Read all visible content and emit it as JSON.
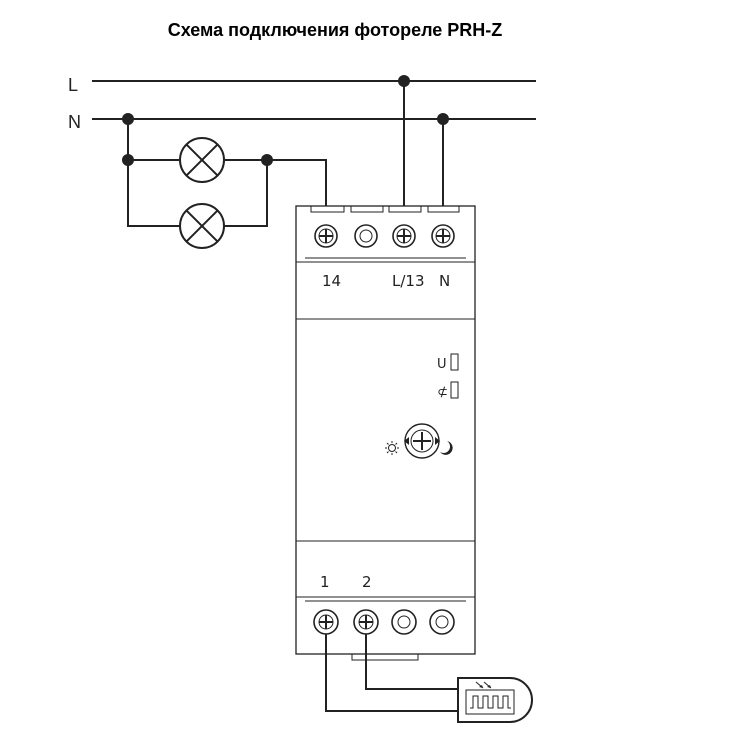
{
  "title": "Схема подключения фотореле PRH-Z",
  "lines": {
    "L": "L",
    "N": "N"
  },
  "terminals_top": {
    "t14": "14",
    "tL13": "L/13",
    "tN": "N"
  },
  "terminals_bottom": {
    "t1": "1",
    "t2": "2"
  },
  "indicators": {
    "power": "U",
    "relay": "⊄"
  }
}
